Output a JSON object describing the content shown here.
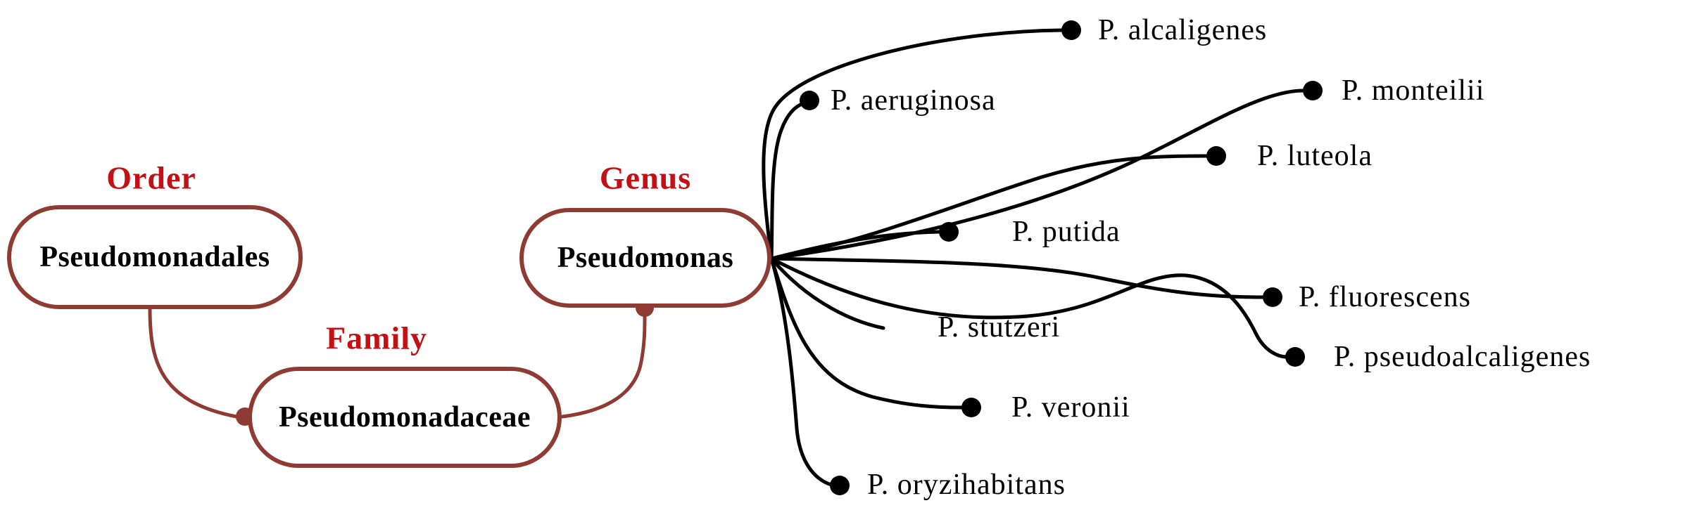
{
  "diagram": {
    "ranks": [
      {
        "rank": "Order",
        "name": "Pseudomonadales"
      },
      {
        "rank": "Family",
        "name": "Pseudomonadaceae"
      },
      {
        "rank": "Genus",
        "name": "Pseudomonas"
      }
    ],
    "species": [
      {
        "label": "P. alcaligenes"
      },
      {
        "label": "P. aeruginosa"
      },
      {
        "label": "P. monteilii"
      },
      {
        "label": "P. luteola"
      },
      {
        "label": "P. putida"
      },
      {
        "label": "P. stutzeri"
      },
      {
        "label": "P. fluorescens"
      },
      {
        "label": "P. pseudoalcaligenes"
      },
      {
        "label": "P. veronii"
      },
      {
        "label": "P. oryzihabitans"
      }
    ],
    "colors": {
      "rank_label": "#C41014",
      "node_border": "#8F3B33",
      "connector": "#8F3B33",
      "species_edge": "#000000",
      "text": "#000000",
      "background": "#FFFFFF"
    }
  }
}
